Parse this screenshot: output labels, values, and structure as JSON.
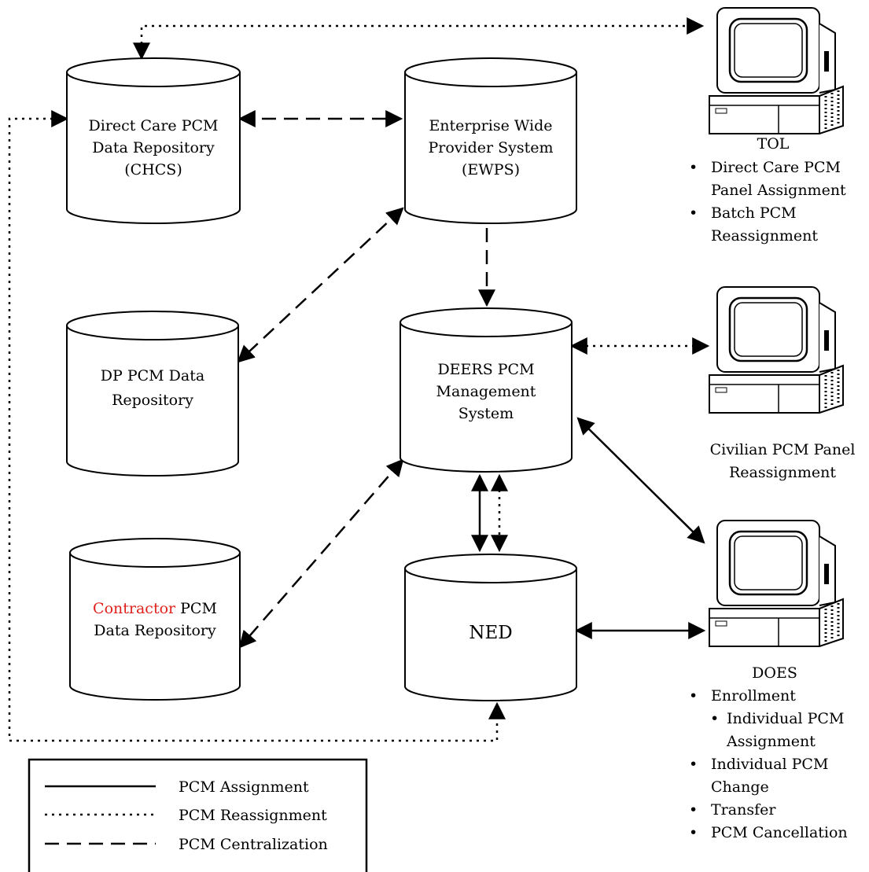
{
  "repositories": {
    "direct_care": {
      "line1": "Direct Care PCM",
      "line2": "Data Repository",
      "line3": "(CHCS)"
    },
    "ewps": {
      "line1": "Enterprise Wide",
      "line2": "Provider System",
      "line3": "(EWPS)"
    },
    "dp": {
      "line1": "DP PCM Data",
      "line2": "Repository"
    },
    "deers": {
      "line1": "DEERS PCM",
      "line2": "Management",
      "line3": "System"
    },
    "contractor": {
      "line1_red": "Contractor",
      "line1_rest": " PCM",
      "line2": "Data Repository"
    },
    "ned": {
      "label": "NED"
    }
  },
  "terminals": {
    "tol": {
      "title": "TOL",
      "items": [
        "Direct Care PCM",
        "Panel Assignment",
        "Batch PCM",
        "Reassignment"
      ]
    },
    "civilian": {
      "line1": "Civilian PCM Panel",
      "line2": "Reassignment"
    },
    "does": {
      "title": "DOES",
      "enrollment": "Enrollment",
      "sub1": "Individual PCM",
      "sub2": "Assignment",
      "item2a": "Individual PCM",
      "item2b": "Change",
      "item3": "Transfer",
      "item4": "PCM Cancellation"
    }
  },
  "bullet": "•",
  "legend": {
    "assignment": "PCM Assignment",
    "reassignment": "PCM Reassignment",
    "centralization": "PCM Centralization"
  },
  "colors": {
    "accent_red": "#e0201b",
    "line": "#000000"
  }
}
